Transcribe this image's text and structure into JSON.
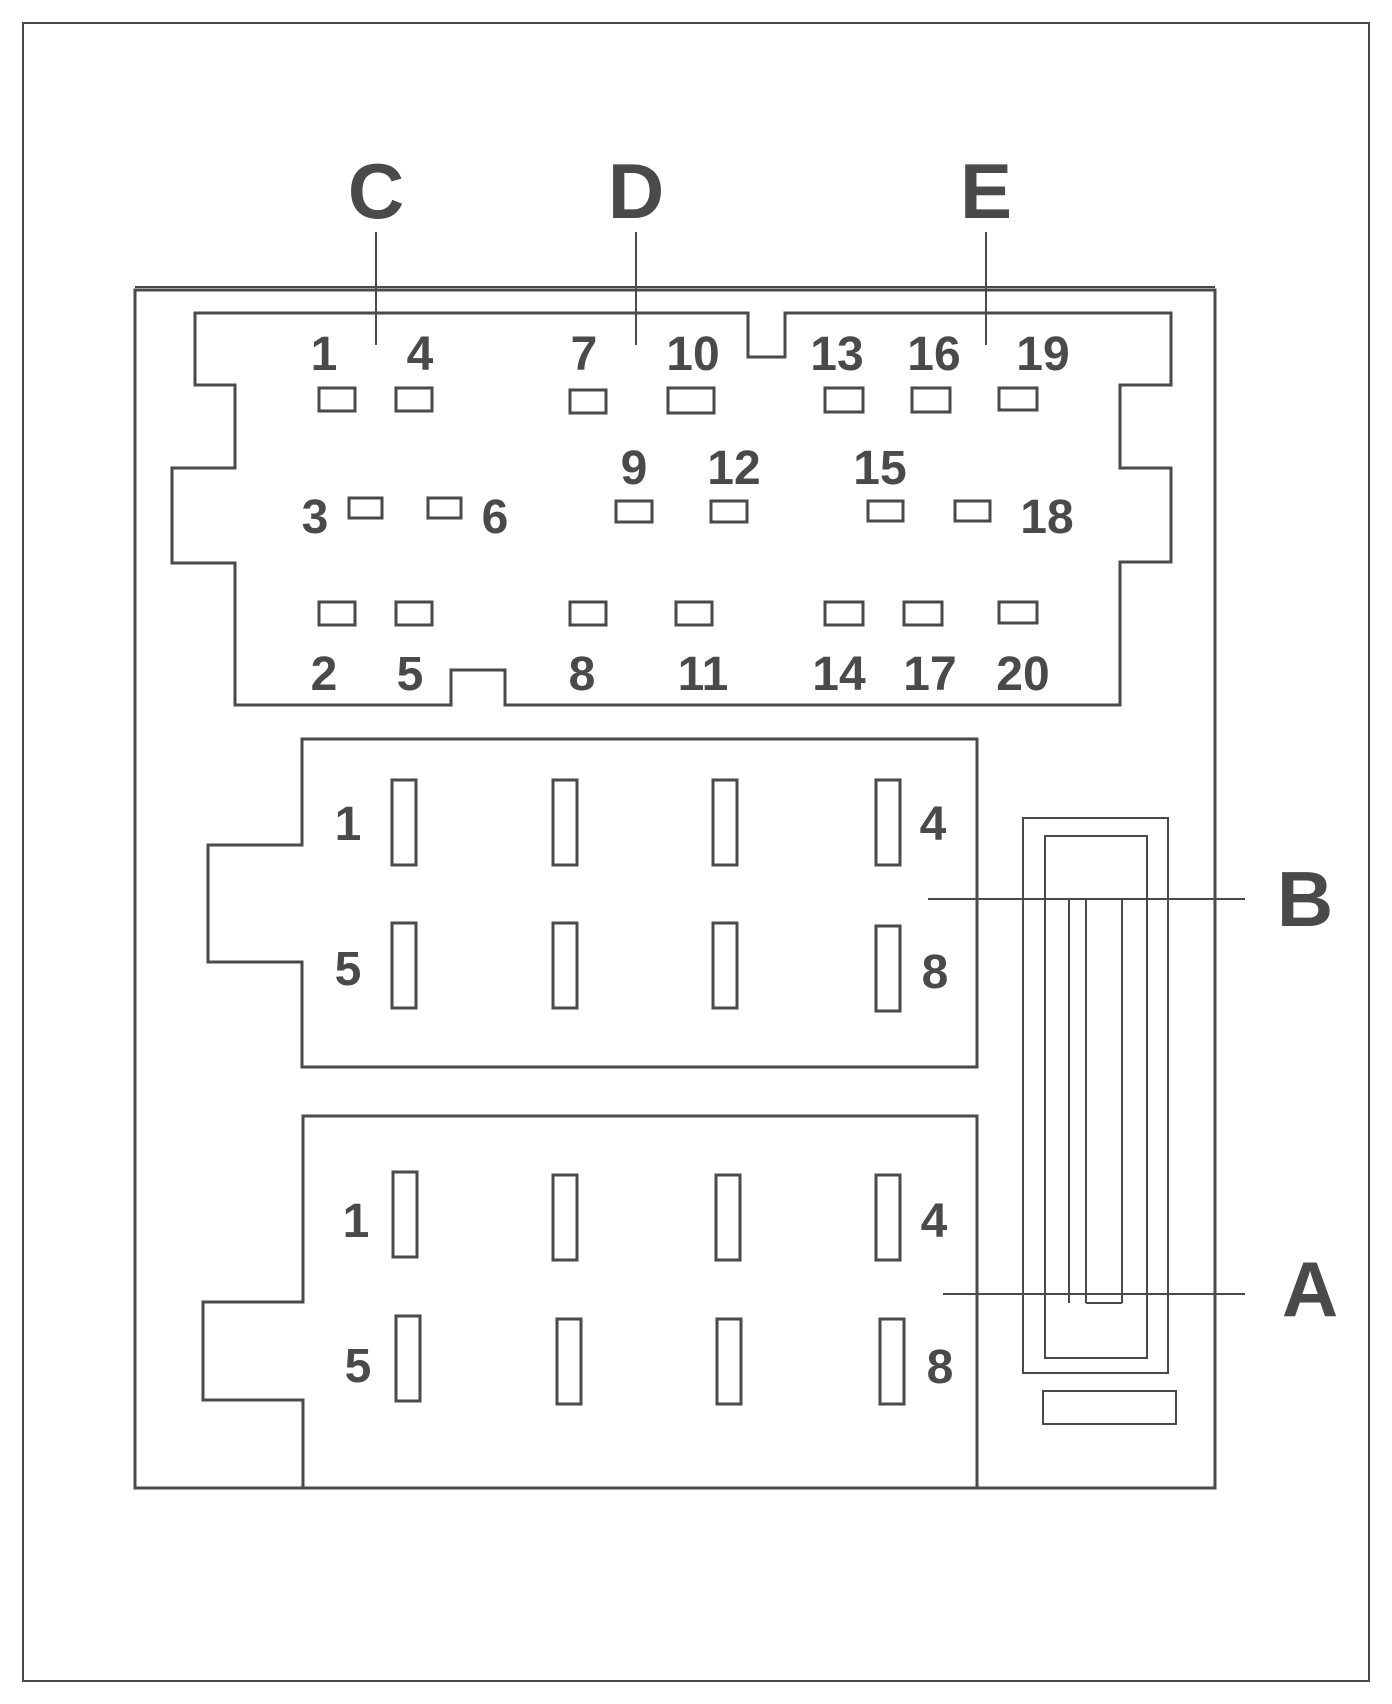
{
  "diagram": {
    "sections": {
      "C": "C",
      "D": "D",
      "E": "E",
      "B": "B",
      "A": "A"
    },
    "top_connector": {
      "pins": [
        "1",
        "2",
        "3",
        "4",
        "5",
        "6",
        "7",
        "8",
        "9",
        "10",
        "11",
        "12",
        "13",
        "14",
        "15",
        "16",
        "17",
        "18",
        "19",
        "20"
      ]
    },
    "connector_b": {
      "pins": [
        "1",
        "4",
        "5",
        "8"
      ]
    },
    "connector_a": {
      "pins": [
        "1",
        "4",
        "5",
        "8"
      ]
    }
  }
}
